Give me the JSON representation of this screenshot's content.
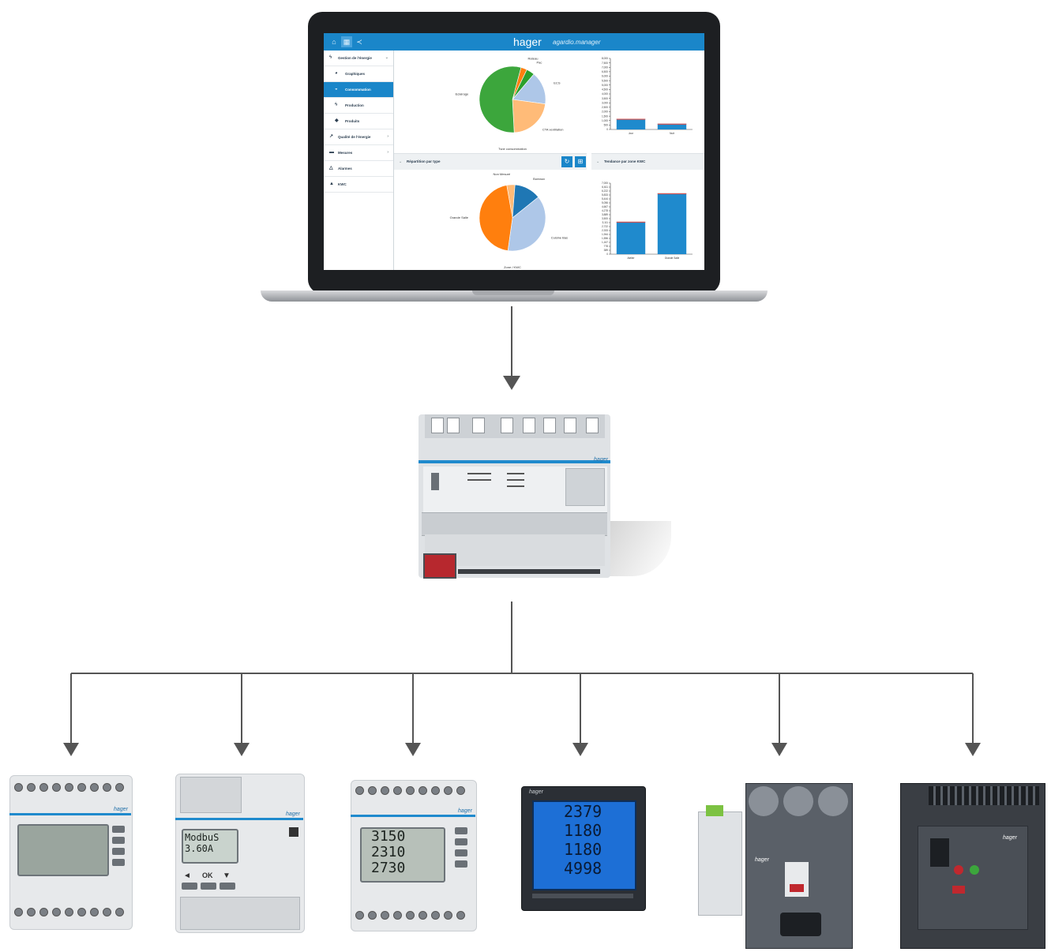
{
  "app": {
    "brand": "hager",
    "subtitle": "agardio.manager",
    "toolbar_icons": [
      "home-icon",
      "grid-icon",
      "share-icon"
    ]
  },
  "sidebar": {
    "items": [
      {
        "icon": "bolt-icon",
        "label": "Gestion de l'énergie",
        "level": 0,
        "expandable": true
      },
      {
        "icon": "chart-icon",
        "label": "Graphiques",
        "level": 1
      },
      {
        "icon": "dashboard-icon",
        "label": "Consommation",
        "level": 1,
        "active": true
      },
      {
        "icon": "plug-icon",
        "label": "Production",
        "level": 1
      },
      {
        "icon": "tag-icon",
        "label": "Produits",
        "level": 1
      },
      {
        "icon": "power-icon",
        "label": "Qualité de l'énergie",
        "level": 0,
        "expandable": true
      },
      {
        "icon": "gauge-icon",
        "label": "Mesures",
        "level": 0,
        "expandable": true
      },
      {
        "icon": "bell-icon",
        "label": "Alarmes",
        "level": 0
      },
      {
        "icon": "warning-icon",
        "label": "KWC",
        "level": 0
      }
    ]
  },
  "panels": {
    "middle_left_title": "Répartition par type",
    "middle_right_title": "Tendance par zone KWC",
    "refresh_icon": "refresh-icon",
    "export_icon": "export-icon"
  },
  "chart_data": [
    {
      "type": "pie",
      "categories": [
        "Rateau",
        "Pac",
        "ECS",
        "CTA ventilation",
        "Eclairage"
      ],
      "values": [
        3,
        4,
        16,
        22,
        55
      ],
      "colors": [
        "#ff7f0e",
        "#2ca02c",
        "#aec7e8",
        "#ffbb78",
        "#3ca63c"
      ],
      "title": "Type consommation"
    },
    {
      "type": "bar",
      "categories": [
        "Jour",
        "Nuit"
      ],
      "values": [
        1200,
        650
      ],
      "ylim": [
        0,
        8000
      ],
      "color": "#1f8acd"
    },
    {
      "type": "pie",
      "categories": [
        "Non Mesuré",
        "Bureaux",
        "Cuisine Bas",
        "Grande Salle"
      ],
      "values": [
        4,
        13,
        38,
        45
      ],
      "colors": [
        "#ffbb78",
        "#1f77b4",
        "#aec7e8",
        "#ff7f0e"
      ],
      "title": "Zone / KWC"
    },
    {
      "type": "bar",
      "categories": [
        "Atelier",
        "Grande Salle"
      ],
      "values": [
        3200,
        6000
      ],
      "ylim": [
        0,
        7000
      ],
      "color": "#1f8acd"
    }
  ],
  "devices": {
    "gateway": {
      "brand": "hager"
    },
    "meter1": {
      "brand": "hager"
    },
    "meter2": {
      "lcd_line1": "ModbuS",
      "lcd_line2": "3.60A",
      "keys": [
        "◄",
        "OK",
        "▼"
      ],
      "brand": "hager"
    },
    "meter3": {
      "lcd_lines": [
        "3150",
        "2310",
        "2730"
      ],
      "brand": "hager"
    },
    "meter4": {
      "lcd_lines": [
        "2379",
        "1180",
        "1180",
        "4998"
      ],
      "brand": "hager"
    },
    "breaker1": {
      "brand": "hager"
    },
    "breaker2": {
      "brand": "hager"
    }
  }
}
